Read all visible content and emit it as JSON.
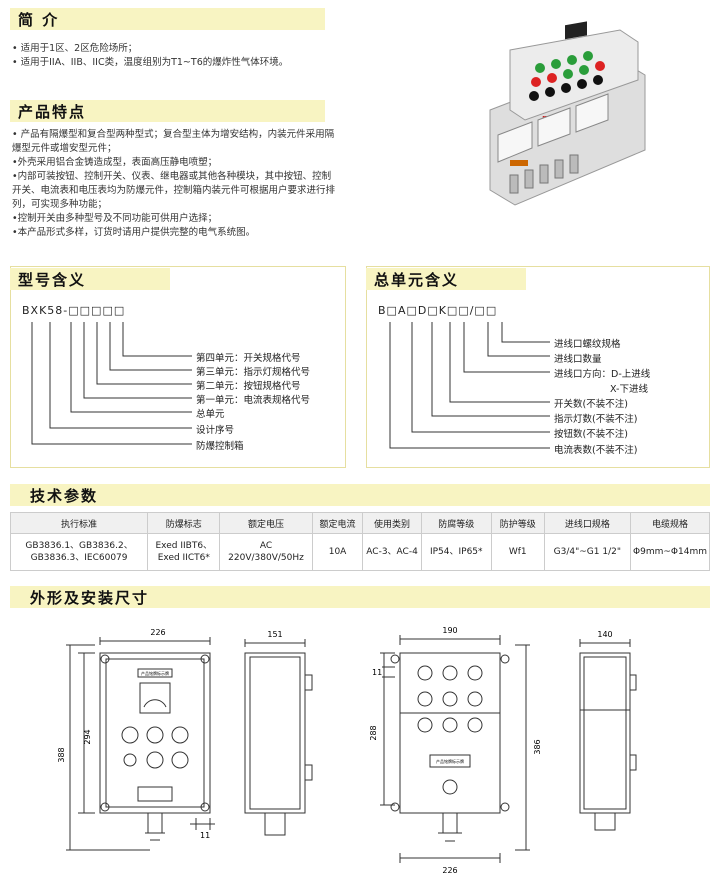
{
  "sections": {
    "intro": {
      "title": "简 介",
      "bullets": [
        "• 适用于1区、2区危险场所；",
        "• 适用于IIA、IIB、IIC类，温度组别为T1~T6的爆炸性气体环境。"
      ]
    },
    "features": {
      "title": "产品特点",
      "bullets": [
        "• 产品有隔爆型和复合型两种型式；复合型主体为增安结构，内装元件采用隔",
        "爆型元件或增安型元件；",
        "•外壳采用铝合金铸造成型，表面高压静电喷塑；",
        "•内部可装按钮、控制开关、仪表、继电器或其他各种模块，其中按钮、控制",
        "开关、电流表和电压表均为防爆元件，控制箱内装元件可根据用户要求进行排",
        "列，可实现多种功能；",
        "•控制开关由多种型号及不同功能可供用户选择；",
        "•本产品形式多样，订货时请用户提供完整的电气系统图。"
      ]
    },
    "model": {
      "title": "型号含义",
      "code": "BXK58-□□□□□",
      "labels": [
        "第四单元：开关规格代号",
        "第三单元：指示灯规格代号",
        "第二单元：按钮规格代号",
        "第一单元：电流表规格代号",
        "总单元",
        "设计序号",
        "防爆控制箱"
      ]
    },
    "unit": {
      "title": "总单元含义",
      "code": "B□A□D□K□□/□□",
      "labels": [
        "进线口螺纹规格",
        "进线口数量",
        "进线口方向：D-上进线",
        "X-下进线",
        "开关数(不装不注)",
        "指示灯数(不装不注)",
        "按钮数(不装不注)",
        "电流表数(不装不注)"
      ]
    },
    "tech": {
      "title": "技术参数",
      "headers": [
        "执行标准",
        "防爆标志",
        "额定电压",
        "额定电流",
        "使用类别",
        "防腐等级",
        "防护等级",
        "进线口规格",
        "电缆规格"
      ],
      "row": [
        "GB3836.1、GB3836.2、GB3836.3、IEC60079",
        "Exed IIBT6、Exed IICT6*",
        "AC 220V/380V/50Hz",
        "10A",
        "AC-3、AC-4",
        "IP54、IP65*",
        "Wf1",
        "G3/4\"~G1 1/2\"",
        "Φ9mm~Φ14mm"
      ]
    },
    "dims": {
      "title": "外形及安装尺寸",
      "left": {
        "w1": "226",
        "h1": "294",
        "h2": "388",
        "side_w": "151",
        "m": "11"
      },
      "right": {
        "w1": "190",
        "h1": "288",
        "h2": "386",
        "side_w": "140",
        "w2": "226",
        "m": "11"
      }
    }
  },
  "product_label": "Exe",
  "nameplate": "产品铭牌标示牌",
  "colors": {
    "band": "#f8f4c2",
    "line": "#333333"
  }
}
